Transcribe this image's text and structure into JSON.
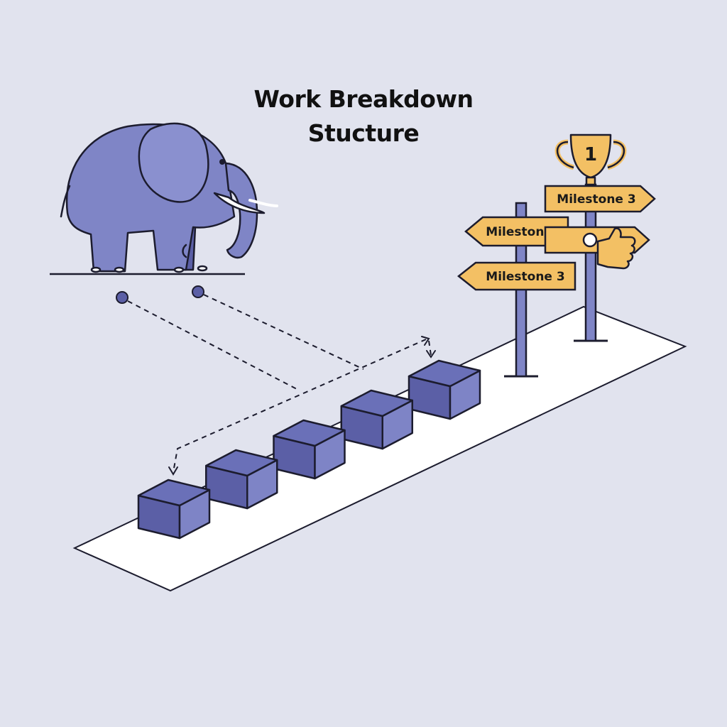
{
  "title": {
    "line1": "Work Breakdown",
    "line2": "Stucture"
  },
  "trophy": {
    "number": "1"
  },
  "signs": {
    "top_right": "Milestone 3",
    "middle_left": "Milestone 1",
    "bottom_left": "Milestone 3"
  },
  "colors": {
    "background": "#e1e3ee",
    "elephant": "#7f85c6",
    "block_front": "#5b5fa6",
    "block_side": "#7e84c6",
    "block_top": "#6a70b8",
    "sign": "#f3c064",
    "path": "#ffffff",
    "outline": "#1c1c2e"
  },
  "blocks_count": 5
}
